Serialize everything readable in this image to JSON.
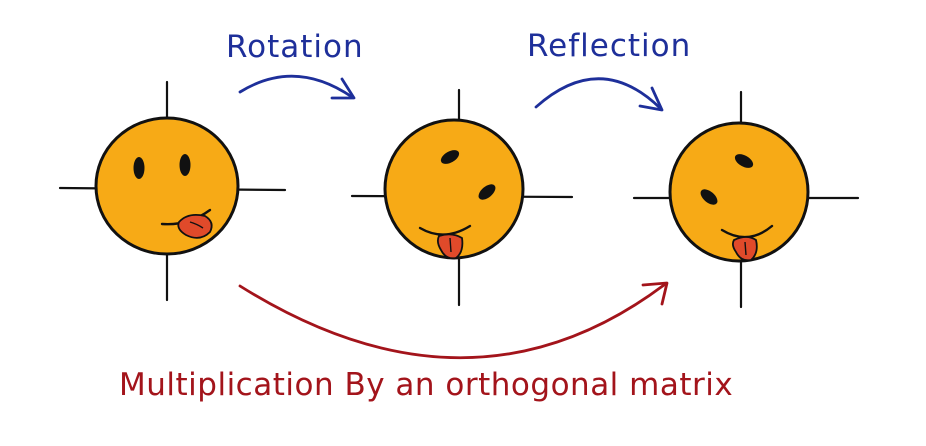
{
  "labels": {
    "rotation": "Rotation",
    "reflection": "Reflection",
    "orthogonal": "Multiplication By an orthogonal matrix"
  },
  "colors": {
    "blue_arrow": "#1E2F9A",
    "red_arrow": "#A3141B",
    "face_fill": "#F7AA16",
    "tongue_fill": "#E04A2A"
  }
}
